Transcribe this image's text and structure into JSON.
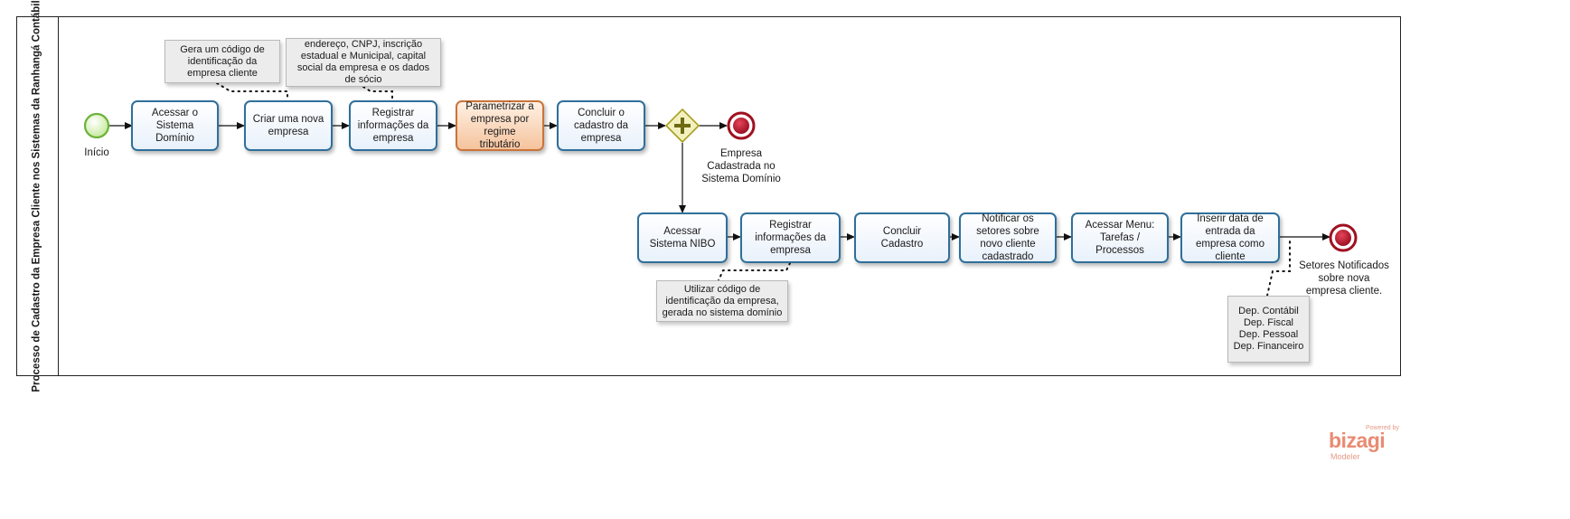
{
  "pool": {
    "title": "Processo de Cadastro da Empresa Cliente nos Sistemas da Ranhangá Contábil"
  },
  "events": {
    "start": "Início",
    "end1": "Empresa\nCadastrada no\nSistema Domínio",
    "end2": "Setores Notificados\nsobre nova\nempresa cliente."
  },
  "tasks": {
    "t1": "Acessar o Sistema Domínio",
    "t2": "Criar uma nova empresa",
    "t3": "Registrar informações da empresa",
    "t4": "Parametrizar a empresa por regime tributário",
    "t5": "Concluir o cadastro da empresa",
    "t6": "Acessar Sistema NIBO",
    "t7": "Registrar informações da empresa",
    "t8": "Concluir Cadastro",
    "t9": "Notificar os setores sobre novo cliente cadastrado",
    "t10": "Acessar Menu: Tarefas / Processos",
    "t11": "Inserir data de entrada da empresa como cliente"
  },
  "notes": {
    "n1": "Gera um código de identificação da empresa cliente",
    "n2": "endereço, CNPJ, inscrição estadual e Municipal, capital social da empresa e os dados de sócio",
    "n3": "Utilizar código de identificação da empresa, gerada no sistema domínio",
    "n4": "Dep. Contábil\nDep. Fiscal\nDep. Pessoal\nDep. Financeiro"
  },
  "branding": {
    "powered": "Powered by",
    "logo": "bizagi",
    "product": "Modeler"
  },
  "colors": {
    "task_border": "#2f6f9b",
    "highlight_task_border": "#c9743a",
    "start_event": "#7cc34a",
    "end_event": "#b3182a",
    "gateway": "#d8d23a",
    "brand": "#e98b73"
  }
}
